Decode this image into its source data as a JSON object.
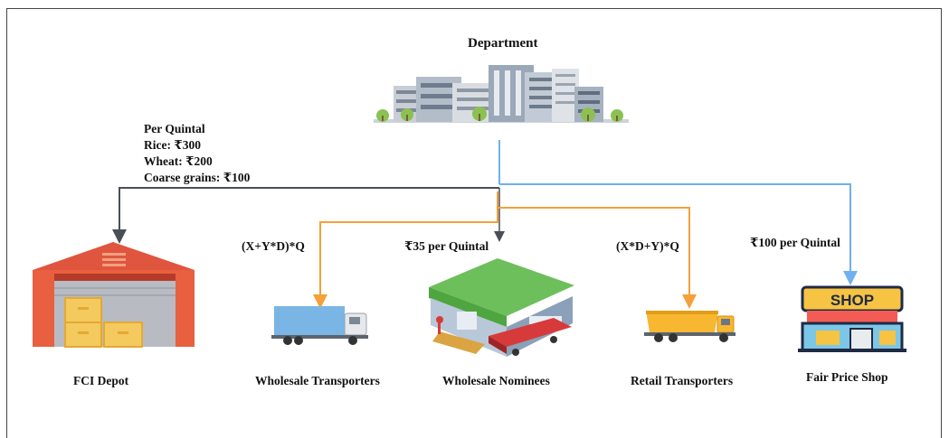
{
  "header": {
    "title": "Department"
  },
  "rates": {
    "heading": "Per Quintal",
    "rice": "Rice: ₹300",
    "wheat": "Wheat: ₹200",
    "coarse": "Coarse grains: ₹100"
  },
  "formulas": {
    "wholesale_transport": "(X+Y*D)*Q",
    "wholesale_nominee": "₹35 per Quintal",
    "retail_transport": "(X*D+Y)*Q",
    "fair_price": "₹100 per Quintal"
  },
  "nodes": {
    "fci": "FCI Depot",
    "wholesale_transporters": "Wholesale Transporters",
    "wholesale_nominees": "Wholesale Nominees",
    "retail_transporters": "Retail Transporters",
    "fair_price_shop": "Fair Price Shop"
  },
  "shop_sign": "SHOP",
  "colors": {
    "dark_arrow": "#4a4f57",
    "orange_arrow": "#f5a03a",
    "blue_arrow": "#6fb0ef"
  }
}
